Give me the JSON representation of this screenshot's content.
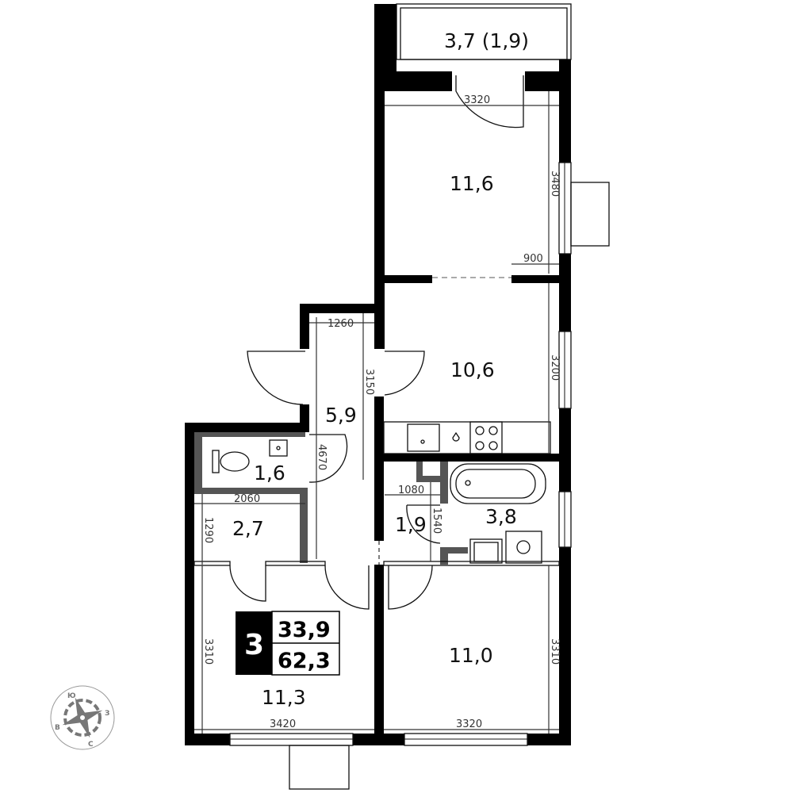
{
  "rooms": {
    "balcony": "3,7 (1,9)",
    "bedroom_top": "11,6",
    "kitchen": "10,6",
    "hall": "5,9",
    "wc": "1,6",
    "closet": "2,7",
    "corridor": "1,9",
    "bath": "3,8",
    "bedroom_left": "11,3",
    "bedroom_right": "11,0"
  },
  "dimensions": {
    "d3320_top": "3320",
    "d3480": "3480",
    "d900": "900",
    "d1260": "1260",
    "d3150": "3150",
    "d3200": "3200",
    "d4670": "4670",
    "d2060": "2060",
    "d1290": "1290",
    "d1080": "1080",
    "d1540": "1540",
    "d3310_left": "3310",
    "d3310_right": "3310",
    "d3420": "3420",
    "d3320_bottom": "3320"
  },
  "summary": {
    "rooms_count": "3",
    "living_area": "33,9",
    "total_area": "62,3"
  },
  "compass": {
    "n": "Ю",
    "e": "З",
    "w": "В",
    "s": "С"
  }
}
